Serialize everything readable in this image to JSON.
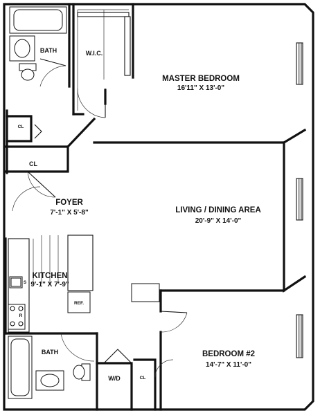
{
  "rooms": {
    "master_bedroom": {
      "name": "MASTER BEDROOM",
      "dims": "16'11\" X 13'-0\""
    },
    "living_dining": {
      "name": "LIVING / DINING AREA",
      "dims": "20'-9\" X 14'-0\""
    },
    "foyer": {
      "name": "FOYER",
      "dims": "7'-1\" X 5'-8\""
    },
    "kitchen": {
      "name": "KITCHEN",
      "dims": "9'-1\" X 7'-9\""
    },
    "bedroom2": {
      "name": "BEDROOM #2",
      "dims": "14'-7\" X 11'-0\""
    },
    "bath_top": {
      "name": "BATH"
    },
    "bath_bottom": {
      "name": "BATH"
    },
    "wic": {
      "name": "W.I.C."
    },
    "closet_small": {
      "name": "CL"
    },
    "closet_foyer": {
      "name": "CL"
    },
    "closet_bed2": {
      "name": "CL"
    },
    "washer_dryer": {
      "name": "W/D"
    }
  },
  "fixtures": {
    "refrigerator": "REF.",
    "sink": "S",
    "range": "R"
  }
}
